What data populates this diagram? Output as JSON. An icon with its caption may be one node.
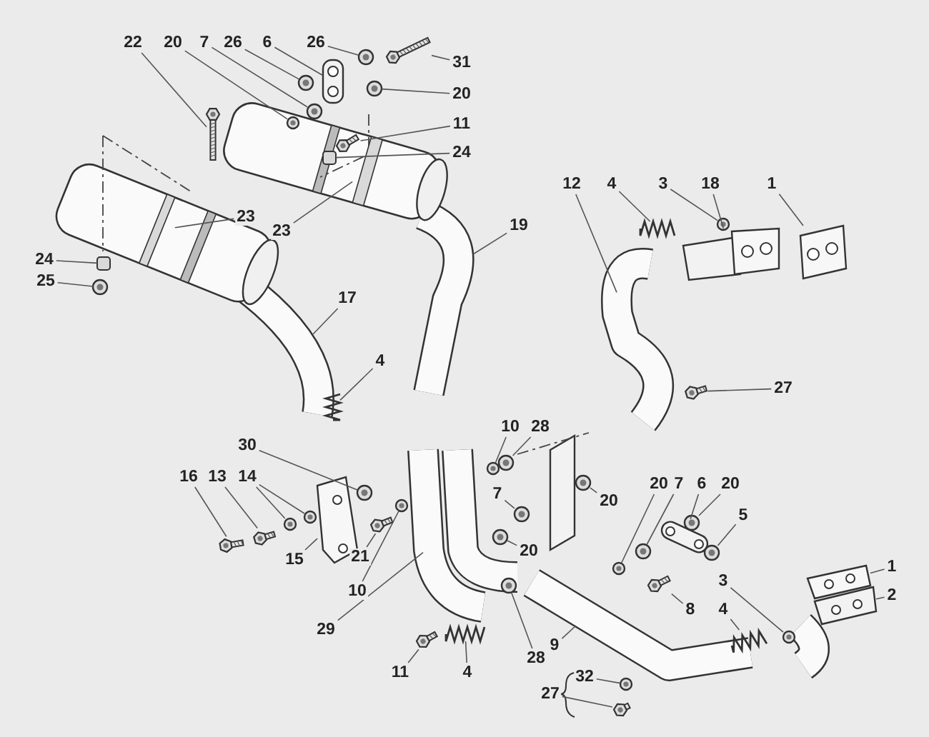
{
  "diagram": {
    "nodes": [
      {
        "text": [
          "22"
        ]
      },
      {
        "text": [
          "20"
        ]
      },
      {
        "text": [
          "7"
        ]
      },
      {
        "text": [
          "26"
        ]
      },
      {
        "text": [
          "6"
        ]
      },
      {
        "text": [
          "26"
        ]
      },
      {
        "text": [
          "31"
        ]
      },
      {
        "text": [
          "20"
        ]
      },
      {
        "text": [
          "11"
        ]
      },
      {
        "text": [
          "24"
        ]
      },
      {
        "text": [
          "23"
        ]
      },
      {
        "text": [
          "23"
        ]
      },
      {
        "text": [
          "19"
        ]
      },
      {
        "text": [
          "24"
        ]
      },
      {
        "text": [
          "25"
        ]
      },
      {
        "text": [
          "17"
        ]
      },
      {
        "text": [
          "4"
        ]
      },
      {
        "text": [
          "12"
        ]
      },
      {
        "text": [
          "4"
        ]
      },
      {
        "text": [
          "3"
        ]
      },
      {
        "text": [
          "18"
        ]
      },
      {
        "text": [
          "1"
        ]
      },
      {
        "text": [
          "27"
        ]
      },
      {
        "text": [
          "30"
        ]
      },
      {
        "text": [
          "10"
        ]
      },
      {
        "text": [
          "28"
        ]
      },
      {
        "text": [
          "16"
        ]
      },
      {
        "text": [
          "13"
        ]
      },
      {
        "text": [
          "14"
        ]
      },
      {
        "text": [
          "7"
        ]
      },
      {
        "text": [
          "20"
        ]
      },
      {
        "text": [
          "20"
        ]
      },
      {
        "text": [
          "7"
        ]
      },
      {
        "text": [
          "6"
        ]
      },
      {
        "text": [
          "20"
        ]
      },
      {
        "text": [
          "5"
        ]
      },
      {
        "text": [
          "15"
        ]
      },
      {
        "text": [
          "21"
        ]
      },
      {
        "text": [
          "20"
        ]
      },
      {
        "text": [
          "10"
        ]
      },
      {
        "text": [
          "8"
        ]
      },
      {
        "text": [
          "1"
        ]
      },
      {
        "text": [
          "2"
        ]
      },
      {
        "text": [
          "3"
        ]
      },
      {
        "text": [
          "29"
        ]
      },
      {
        "text": [
          "4"
        ]
      },
      {
        "text": [
          "28"
        ]
      },
      {
        "text": [
          "11"
        ]
      },
      {
        "text": [
          "4"
        ]
      },
      {
        "text": [
          "9"
        ]
      },
      {
        "text": [
          "32"
        ]
      },
      {
        "text": [
          "27"
        ]
      },
      {
        "text": [],
        "shape": "picture"
      },
      {
        "text": [],
        "shape": "picture"
      },
      {
        "text": [],
        "shape": "picture"
      },
      {
        "text": [],
        "shape": "picture"
      },
      {
        "text": [],
        "shape": "picture"
      },
      {
        "text": [],
        "shape": "picture"
      },
      {
        "text": [],
        "shape": "picture"
      },
      {
        "text": [],
        "shape": "picture"
      },
      {
        "text": [],
        "shape": "picture"
      },
      {
        "text": [],
        "shape": "box"
      },
      {
        "text": [],
        "shape": "box"
      },
      {
        "text": [],
        "shape": "box"
      },
      {
        "text": [],
        "shape": "box"
      },
      {
        "text": [],
        "shape": "picture"
      },
      {
        "text": [],
        "shape": "picture"
      },
      {
        "text": [],
        "shape": "picture"
      },
      {
        "text": [],
        "shape": "picture"
      },
      {
        "text": [],
        "shape": "picture"
      },
      {
        "text": [],
        "shape": "picture"
      },
      {
        "text": [],
        "shape": "picture"
      },
      {
        "text": [],
        "shape": "picture"
      },
      {
        "text": [],
        "shape": "picture"
      },
      {
        "text": [],
        "shape": "picture"
      },
      {
        "text": [],
        "shape": "picture"
      },
      {
        "text": [],
        "shape": "picture"
      },
      {
        "text": [],
        "shape": "picture"
      },
      {
        "text": [],
        "shape": "picture"
      },
      {
        "text": [],
        "shape": "picture"
      },
      {
        "text": [],
        "shape": "picture"
      },
      {
        "text": [],
        "shape": "picture"
      },
      {
        "text": [],
        "shape": "picture"
      },
      {
        "text": [],
        "shape": "picture"
      },
      {
        "text": [],
        "shape": "picture"
      },
      {
        "text": [],
        "shape": "picture"
      },
      {
        "text": [],
        "shape": "picture"
      },
      {
        "text": [],
        "shape": "picture"
      },
      {
        "text": [],
        "shape": "picture"
      },
      {
        "text": [],
        "shape": "picture"
      },
      {
        "text": [],
        "shape": "picture"
      },
      {
        "text": [],
        "shape": "picture"
      },
      {
        "text": [],
        "shape": "picture"
      },
      {
        "text": [],
        "shape": "picture"
      },
      {
        "text": [],
        "shape": "picture"
      },
      {
        "text": [],
        "shape": "picture"
      },
      {
        "text": [],
        "shape": "picture"
      },
      {
        "text": [],
        "shape": "picture"
      },
      {
        "text": [],
        "shape": "picture"
      },
      {
        "text": [],
        "shape": "picture"
      },
      {
        "text": [],
        "shape": "picture"
      },
      {
        "text": [],
        "shape": "picture"
      }
    ],
    "edges": [
      {
        "from": 0,
        "to": 52,
        "arrow": "none"
      },
      {
        "from": 1,
        "to": 53,
        "arrow": "none"
      },
      {
        "from": 2,
        "to": 54,
        "arrow": "none"
      },
      {
        "from": 3,
        "to": 55,
        "arrow": "none"
      },
      {
        "from": 4,
        "to": 56,
        "arrow": "none"
      },
      {
        "from": 5,
        "to": 57,
        "arrow": "none"
      },
      {
        "from": 6,
        "to": 58,
        "arrow": "none"
      },
      {
        "from": 7,
        "to": 59,
        "arrow": "none"
      },
      {
        "from": 8,
        "to": 60,
        "arrow": "none"
      },
      {
        "from": 9,
        "to": 61,
        "arrow": "none"
      },
      {
        "from": 10,
        "to": 62,
        "arrow": "none"
      },
      {
        "from": 11,
        "to": 63,
        "arrow": "none"
      },
      {
        "from": 12,
        "to": null,
        "arrow": "none"
      },
      {
        "from": 13,
        "to": 64,
        "arrow": "none"
      },
      {
        "from": 14,
        "to": 65,
        "arrow": "none"
      },
      {
        "from": 15,
        "to": null,
        "arrow": "none"
      },
      {
        "from": 16,
        "to": 66,
        "arrow": "none"
      },
      {
        "from": 17,
        "to": 67,
        "arrow": "none"
      },
      {
        "from": 18,
        "to": 68,
        "arrow": "none"
      },
      {
        "from": 19,
        "to": 69,
        "arrow": "none"
      },
      {
        "from": 20,
        "to": 70,
        "arrow": "none"
      },
      {
        "from": 21,
        "to": 71,
        "arrow": "none"
      },
      {
        "from": 22,
        "to": 72,
        "arrow": "none"
      },
      {
        "from": 23,
        "to": 73,
        "arrow": "none"
      },
      {
        "from": 24,
        "to": 74,
        "arrow": "none"
      },
      {
        "from": 25,
        "to": 75,
        "arrow": "none"
      },
      {
        "from": 26,
        "to": 76,
        "arrow": "none"
      },
      {
        "from": 27,
        "to": 77,
        "arrow": "none"
      },
      {
        "from": 28,
        "to": 78,
        "arrow": "none"
      },
      {
        "from": 28,
        "to": 79,
        "arrow": "none"
      },
      {
        "from": 29,
        "to": 80,
        "arrow": "none"
      },
      {
        "from": 30,
        "to": 81,
        "arrow": "none"
      },
      {
        "from": 31,
        "to": 82,
        "arrow": "none"
      },
      {
        "from": 32,
        "to": 83,
        "arrow": "none"
      },
      {
        "from": 33,
        "to": 84,
        "arrow": "none"
      },
      {
        "from": 34,
        "to": 85,
        "arrow": "none"
      },
      {
        "from": 35,
        "to": 86,
        "arrow": "none"
      },
      {
        "from": 36,
        "to": 87,
        "arrow": "none"
      },
      {
        "from": 37,
        "to": 88,
        "arrow": "none"
      },
      {
        "from": 38,
        "to": 89,
        "arrow": "none"
      },
      {
        "from": 39,
        "to": 90,
        "arrow": "none"
      },
      {
        "from": 40,
        "to": 91,
        "arrow": "none"
      },
      {
        "from": 41,
        "to": 92,
        "arrow": "none"
      },
      {
        "from": 42,
        "to": 93,
        "arrow": "none"
      },
      {
        "from": 43,
        "to": 94,
        "arrow": "none"
      },
      {
        "from": 44,
        "to": 95,
        "arrow": "none"
      },
      {
        "from": 45,
        "to": 96,
        "arrow": "none"
      },
      {
        "from": 46,
        "to": 97,
        "arrow": "none"
      },
      {
        "from": 47,
        "to": 98,
        "arrow": "none"
      },
      {
        "from": 48,
        "to": 99,
        "arrow": "none"
      },
      {
        "from": 49,
        "to": null,
        "arrow": "none"
      },
      {
        "from": 50,
        "to": 100,
        "arrow": "none"
      },
      {
        "from": 51,
        "to": 101,
        "arrow": "none"
      }
    ]
  }
}
